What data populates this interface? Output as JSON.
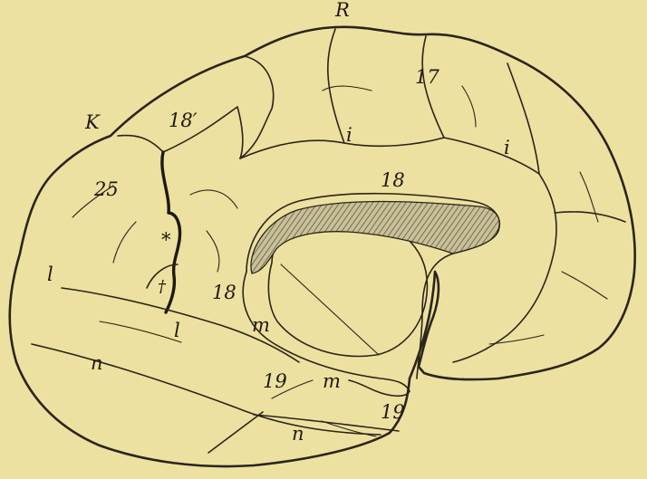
{
  "labels": {
    "R": "R",
    "K": "K",
    "n17": "17",
    "n18_prime": "18′",
    "i_upper": "i",
    "i_right": "i",
    "n18_center": "18",
    "n25": "25",
    "asterisk": "*",
    "dagger": "†",
    "n18_lower": "18",
    "l_left": "l",
    "l_lower": "l",
    "m_left": "m",
    "m_right": "m",
    "n19_mid": "19",
    "n19_tip": "19",
    "n_left": "n",
    "n_lower": "n"
  },
  "colors": {
    "background": "#ece1a0",
    "ink": "#2b2418",
    "hatch": "#8a836b"
  }
}
